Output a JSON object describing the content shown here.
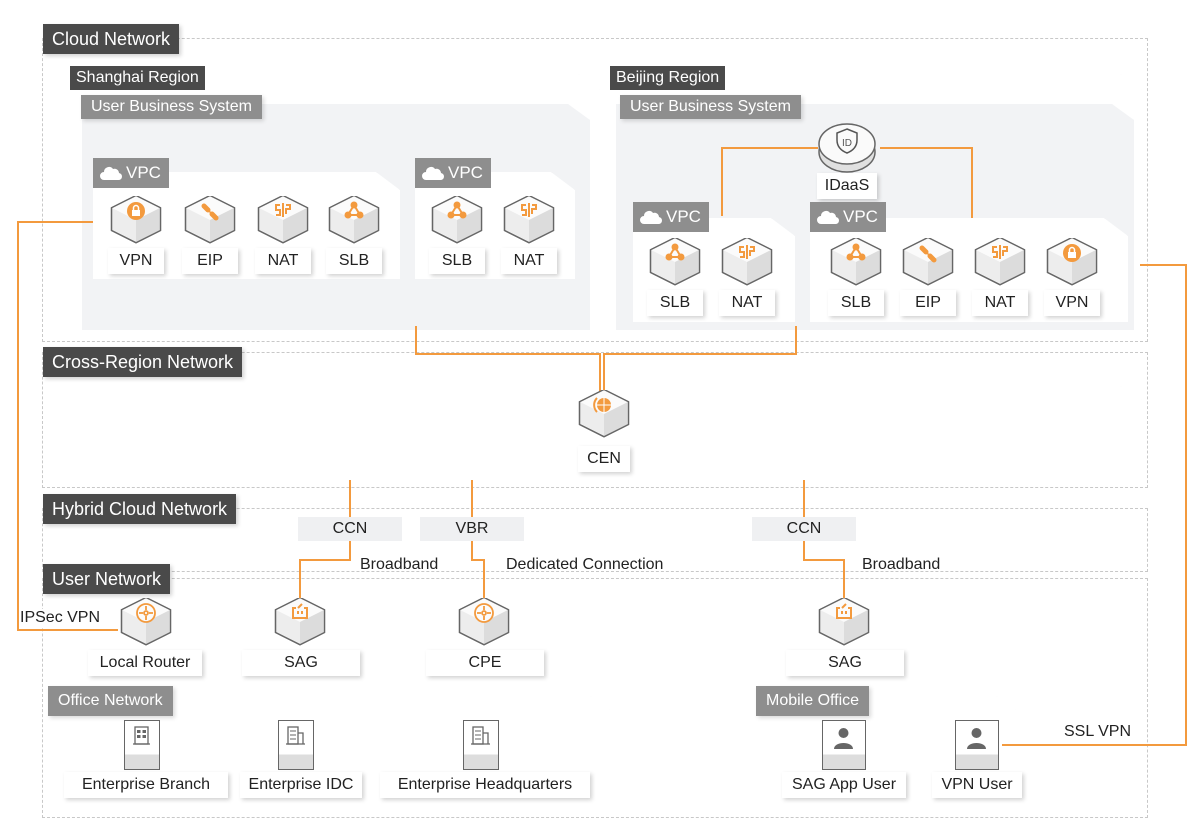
{
  "layers": {
    "cloud_network": "Cloud Network",
    "cross_region_network": "Cross-Region Network",
    "hybrid_cloud_network": "Hybrid Cloud Network",
    "user_network": "User Network"
  },
  "shanghai": {
    "region": "Shanghai Region",
    "system": "User Business System",
    "vpc1": {
      "label": "VPC",
      "nodes": [
        "VPN",
        "EIP",
        "NAT",
        "SLB"
      ]
    },
    "vpc2": {
      "label": "VPC",
      "nodes": [
        "SLB",
        "NAT"
      ]
    }
  },
  "beijing": {
    "region": "Beijing Region",
    "system": "User Business System",
    "idaas": "IDaaS",
    "vpc1": {
      "label": "VPC",
      "nodes": [
        "SLB",
        "NAT"
      ]
    },
    "vpc2": {
      "label": "VPC",
      "nodes": [
        "SLB",
        "EIP",
        "NAT",
        "VPN"
      ]
    }
  },
  "cross_region": {
    "cen": "CEN"
  },
  "hybrid": {
    "ccn_left": "CCN",
    "vbr": "VBR",
    "ccn_right": "CCN"
  },
  "links": {
    "broadband_left": "Broadband",
    "dedicated": "Dedicated Connection",
    "broadband_right": "Broadband",
    "ipsec_vpn": "IPSec VPN",
    "ssl_vpn": "SSL VPN"
  },
  "user_network": {
    "local_router": "Local Router",
    "sag_left": "SAG",
    "cpe": "CPE",
    "sag_right": "SAG"
  },
  "office_network": {
    "title": "Office Network",
    "items": [
      "Enterprise Branch",
      "Enterprise IDC",
      "Enterprise Headquarters"
    ]
  },
  "mobile_office": {
    "title": "Mobile Office",
    "items": [
      "SAG App User",
      "VPN User"
    ]
  },
  "colors": {
    "accent": "#f39a3e",
    "tag_dark": "#4a4a4a",
    "tag_gray": "#8e8e8e",
    "dash": "#c8c8c8"
  }
}
